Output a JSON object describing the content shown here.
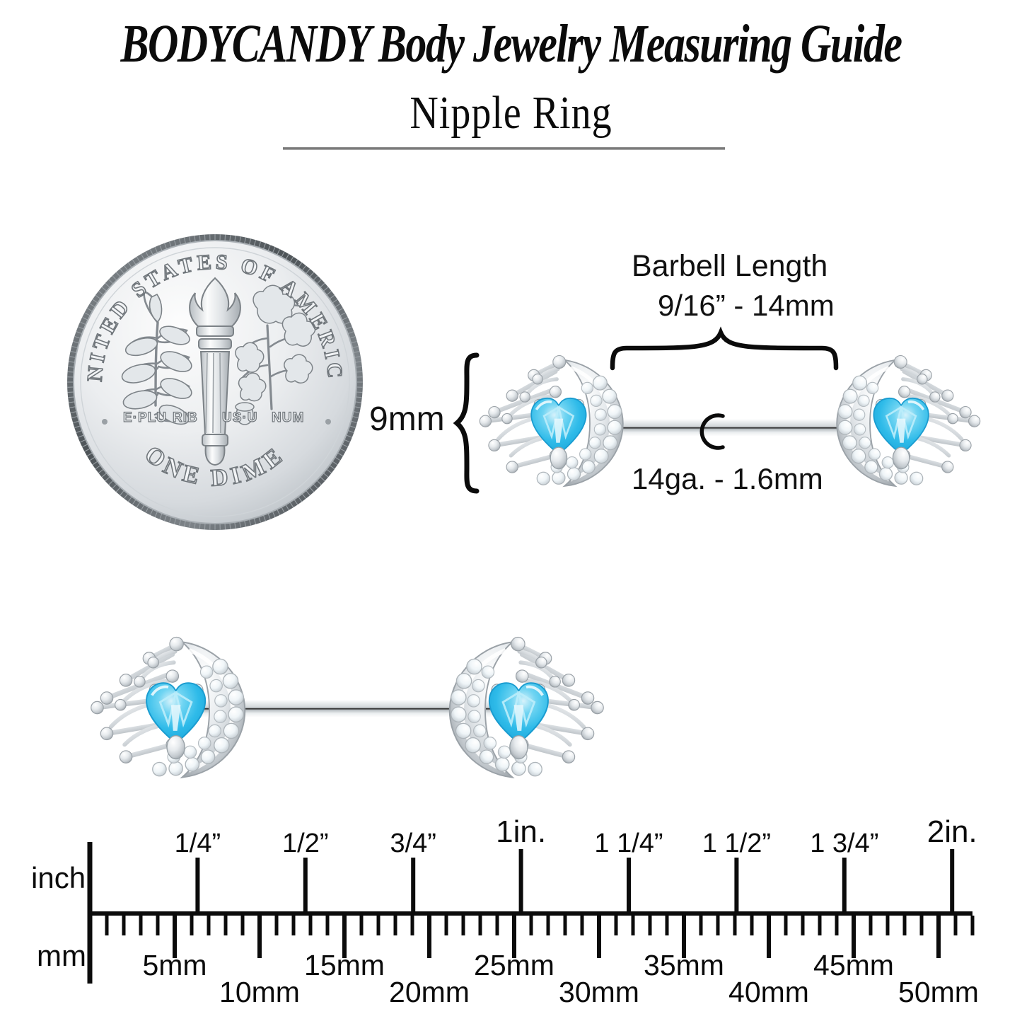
{
  "header": {
    "brand_title": "BODYCANDY Body Jewelry Measuring Guide",
    "product_title": "Nipple Ring"
  },
  "coin": {
    "name": "US dime (reverse)",
    "top_legend": "UNITED STATES OF AMERICA",
    "motto": "E·PLURIBUS·UNUM",
    "bottom_legend": "ONE DIME",
    "motto_segments": [
      "E·PLU",
      "RIB",
      "US·U",
      "NUM"
    ]
  },
  "measurements": {
    "height_label": "9mm",
    "barbell_length_label": "Barbell Length",
    "barbell_length_value": "9/16” - 14mm",
    "gauge_label": "14ga. - 1.6mm"
  },
  "jewelry": {
    "description": "Spider web and crescent moon nipple barbell with aqua heart gem",
    "gem_color": "#3cc6ef",
    "gem_highlight": "#bfeefb",
    "metal_color": "#e9edf0",
    "cz_color": "#f4f8fa"
  },
  "ruler": {
    "inch_row_label": "inch",
    "mm_row_label": "mm",
    "inch_marks": [
      {
        "value": 0.25,
        "label": "1/4”",
        "major": false
      },
      {
        "value": 0.5,
        "label": "1/2”",
        "major": false
      },
      {
        "value": 0.75,
        "label": "3/4”",
        "major": false
      },
      {
        "value": 1.0,
        "label": "1in.",
        "major": true
      },
      {
        "value": 1.25,
        "label": "1 1/4”",
        "major": false
      },
      {
        "value": 1.5,
        "label": "1 1/2”",
        "major": false
      },
      {
        "value": 1.75,
        "label": "1 3/4”",
        "major": false
      },
      {
        "value": 2.0,
        "label": "2in.",
        "major": true
      }
    ],
    "mm_marks": [
      {
        "value": 5,
        "label": "5mm"
      },
      {
        "value": 10,
        "label": "10mm"
      },
      {
        "value": 15,
        "label": "15mm"
      },
      {
        "value": 20,
        "label": "20mm"
      },
      {
        "value": 25,
        "label": "25mm"
      },
      {
        "value": 30,
        "label": "30mm"
      },
      {
        "value": 35,
        "label": "35mm"
      },
      {
        "value": 40,
        "label": "40mm"
      },
      {
        "value": 45,
        "label": "45mm"
      },
      {
        "value": 50,
        "label": "50mm"
      }
    ],
    "mm_range": [
      0,
      52
    ],
    "inch_range": [
      0,
      2.05
    ]
  },
  "colors": {
    "ink": "#0b0b0b",
    "divider": "#7d7d7d",
    "background": "#ffffff",
    "accent_gem": "#3cc6ef"
  }
}
